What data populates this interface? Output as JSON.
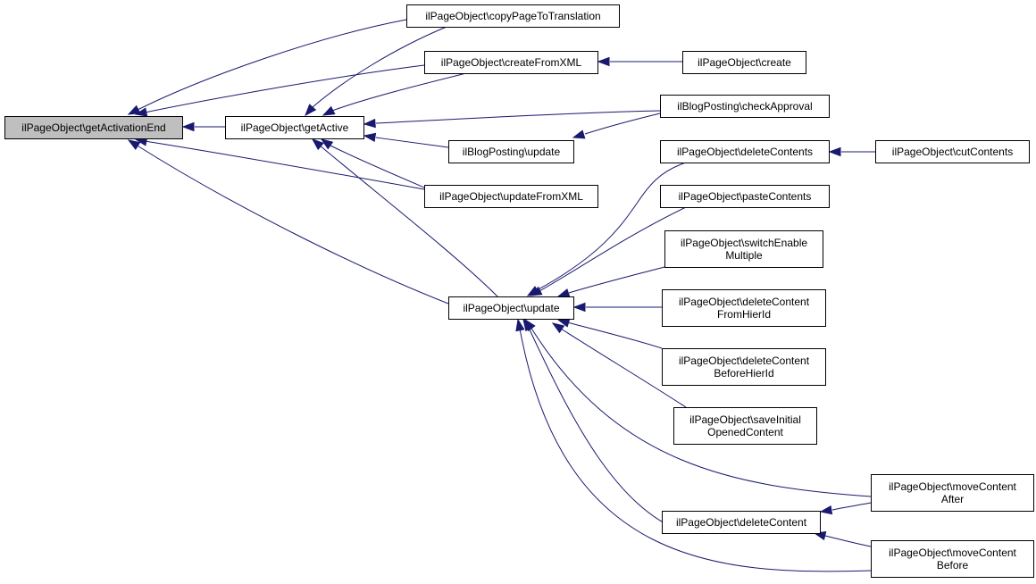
{
  "graph": {
    "colors": {
      "edge": "#191970",
      "root_fill": "#bfbfbf",
      "node_fill": "#ffffff",
      "node_border": "#000000"
    },
    "nodes": [
      {
        "id": "getActivationEnd",
        "lines": [
          "ilPageObject\\getActivationEnd"
        ],
        "root": true
      },
      {
        "id": "getActive",
        "lines": [
          "ilPageObject\\getActive"
        ]
      },
      {
        "id": "copyPageToTranslation",
        "lines": [
          "ilPageObject\\copyPageToTranslation"
        ]
      },
      {
        "id": "createFromXML",
        "lines": [
          "ilPageObject\\createFromXML"
        ]
      },
      {
        "id": "create",
        "lines": [
          "ilPageObject\\create"
        ]
      },
      {
        "id": "checkApproval",
        "lines": [
          "ilBlogPosting\\checkApproval"
        ]
      },
      {
        "id": "blogUpdate",
        "lines": [
          "ilBlogPosting\\update"
        ]
      },
      {
        "id": "updateFromXML",
        "lines": [
          "ilPageObject\\updateFromXML"
        ]
      },
      {
        "id": "update",
        "lines": [
          "ilPageObject\\update"
        ]
      },
      {
        "id": "deleteContents",
        "lines": [
          "ilPageObject\\deleteContents"
        ]
      },
      {
        "id": "cutContents",
        "lines": [
          "ilPageObject\\cutContents"
        ]
      },
      {
        "id": "pasteContents",
        "lines": [
          "ilPageObject\\pasteContents"
        ]
      },
      {
        "id": "switchEnableMultiple",
        "lines": [
          "ilPageObject\\switchEnable",
          "Multiple"
        ]
      },
      {
        "id": "deleteContentFromHierId",
        "lines": [
          "ilPageObject\\deleteContent",
          "FromHierId"
        ]
      },
      {
        "id": "deleteContentBeforeHierId",
        "lines": [
          "ilPageObject\\deleteContent",
          "BeforeHierId"
        ]
      },
      {
        "id": "saveInitialOpenedContent",
        "lines": [
          "ilPageObject\\saveInitial",
          "OpenedContent"
        ]
      },
      {
        "id": "moveContentAfter",
        "lines": [
          "ilPageObject\\moveContent",
          "After"
        ]
      },
      {
        "id": "deleteContent",
        "lines": [
          "ilPageObject\\deleteContent"
        ]
      },
      {
        "id": "moveContentBefore",
        "lines": [
          "ilPageObject\\moveContent",
          "Before"
        ]
      }
    ],
    "edges": [
      {
        "from": "getActivationEnd",
        "to": "copyPageToTranslation"
      },
      {
        "from": "getActivationEnd",
        "to": "createFromXML"
      },
      {
        "from": "getActivationEnd",
        "to": "getActive"
      },
      {
        "from": "getActivationEnd",
        "to": "updateFromXML"
      },
      {
        "from": "getActivationEnd",
        "to": "update"
      },
      {
        "from": "getActive",
        "to": "copyPageToTranslation"
      },
      {
        "from": "getActive",
        "to": "createFromXML"
      },
      {
        "from": "getActive",
        "to": "checkApproval"
      },
      {
        "from": "getActive",
        "to": "blogUpdate"
      },
      {
        "from": "getActive",
        "to": "updateFromXML"
      },
      {
        "from": "getActive",
        "to": "update"
      },
      {
        "from": "createFromXML",
        "to": "create"
      },
      {
        "from": "blogUpdate",
        "to": "checkApproval"
      },
      {
        "from": "deleteContents",
        "to": "cutContents"
      },
      {
        "from": "update",
        "to": "deleteContents"
      },
      {
        "from": "update",
        "to": "pasteContents"
      },
      {
        "from": "update",
        "to": "switchEnableMultiple"
      },
      {
        "from": "update",
        "to": "deleteContentFromHierId"
      },
      {
        "from": "update",
        "to": "deleteContentBeforeHierId"
      },
      {
        "from": "update",
        "to": "saveInitialOpenedContent"
      },
      {
        "from": "update",
        "to": "moveContentAfter"
      },
      {
        "from": "update",
        "to": "deleteContent"
      },
      {
        "from": "update",
        "to": "moveContentBefore"
      },
      {
        "from": "deleteContent",
        "to": "moveContentAfter"
      },
      {
        "from": "deleteContent",
        "to": "moveContentBefore"
      }
    ]
  }
}
